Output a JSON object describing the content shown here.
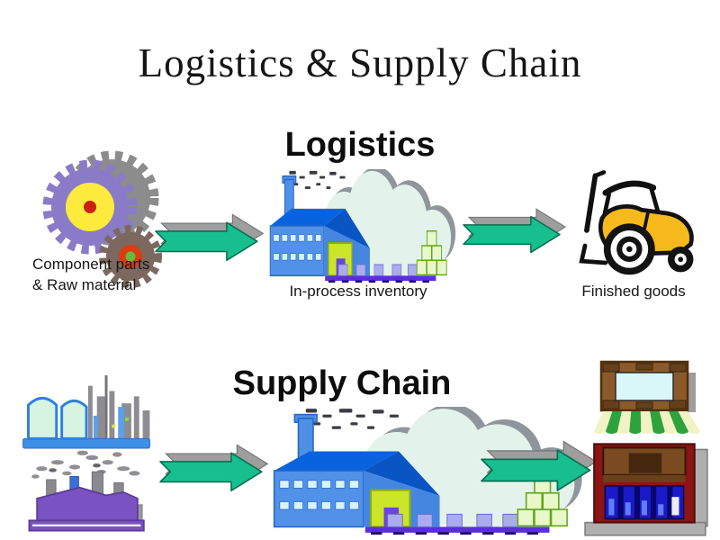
{
  "slide": {
    "title": "Logistics & Supply Chain"
  },
  "logistics": {
    "heading": "Logistics",
    "source_label": {
      "line1": "Component parts",
      "line2": "& Raw material"
    },
    "process_label": "In-process inventory",
    "output_label": "Finished goods"
  },
  "supply_chain": {
    "heading": "Supply Chain"
  },
  "colors": {
    "arrow_green": "#17BF8F",
    "arrow_shadow": "#9E9E9E",
    "gear_purple": "#8A7BC8",
    "gear_yellow": "#FCEA3D",
    "gear_red": "#CC2012",
    "gear_brown": "#7C685F",
    "factory_wall_blue": "#5191E8",
    "factory_roof_blue": "#0A63DE",
    "cloud_fill": "#E3F3EB",
    "cloud_shadow": "#8F969B",
    "door_yellow_green": "#CBE529",
    "conveyor_purple": "#5A2EE0",
    "forklift_yellow": "#F6BA1C",
    "plant_purple": "#7B52C1",
    "tank_mint": "#D6F4E0",
    "store_red": "#8C1414",
    "sign_brown": "#7A4A21",
    "awning_green": "#2EA23C",
    "awning_pale": "#F2F3C4",
    "window_blue": "#1A1AC8"
  }
}
